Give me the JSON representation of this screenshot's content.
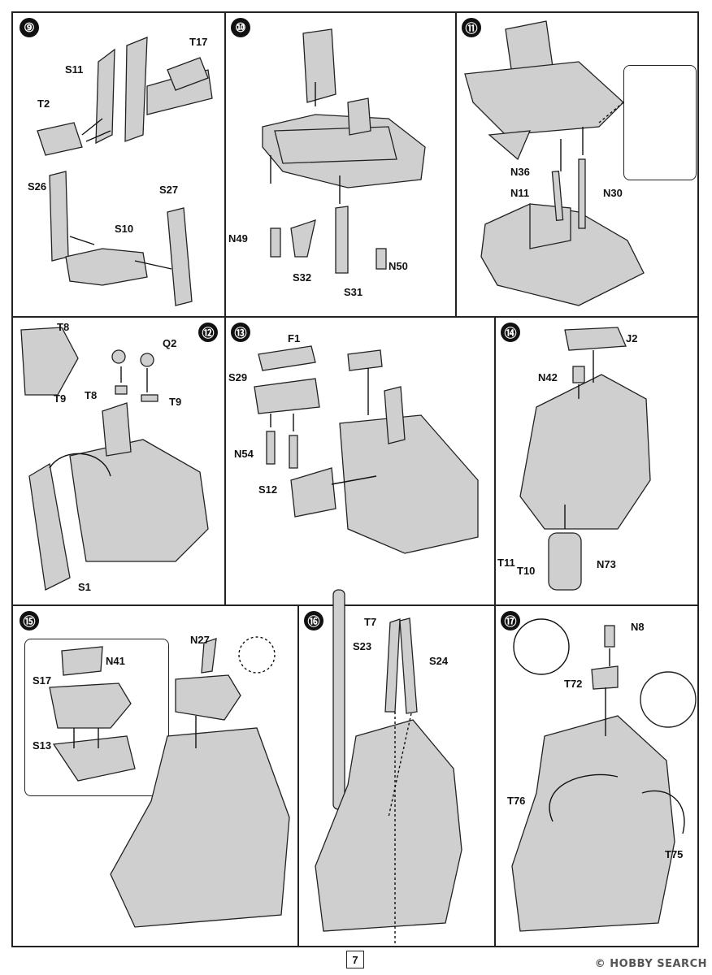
{
  "page": {
    "number": "7",
    "watermark": "© HOBBY SEARCH"
  },
  "steps": [
    {
      "num": "⑨",
      "labels": [
        "T17",
        "S11",
        "T2",
        "S26",
        "S27",
        "S10"
      ]
    },
    {
      "num": "⑩",
      "labels": [
        "N49",
        "S32",
        "S31",
        "N50"
      ]
    },
    {
      "num": "⑪",
      "labels": [
        "N36",
        "N11",
        "N30"
      ]
    },
    {
      "num": "⑫",
      "labels": [
        "T8",
        "T9",
        "Q2",
        "T8",
        "T9",
        "S1"
      ]
    },
    {
      "num": "⑬",
      "labels": [
        "F1",
        "S29",
        "N54",
        "S12"
      ]
    },
    {
      "num": "⑭",
      "labels": [
        "J2",
        "N42",
        "T11",
        "T10",
        "N73"
      ]
    },
    {
      "num": "⑮",
      "labels": [
        "N27",
        "N41",
        "S17",
        "S13"
      ]
    },
    {
      "num": "⑯",
      "labels": [
        "T7",
        "S23",
        "S24"
      ]
    },
    {
      "num": "⑰",
      "labels": [
        "N8",
        "T72",
        "T76",
        "T75"
      ]
    }
  ],
  "colors": {
    "ink": "#222222",
    "part_gray": "#c9c9c9",
    "part_dark": "#9a9a9a"
  }
}
